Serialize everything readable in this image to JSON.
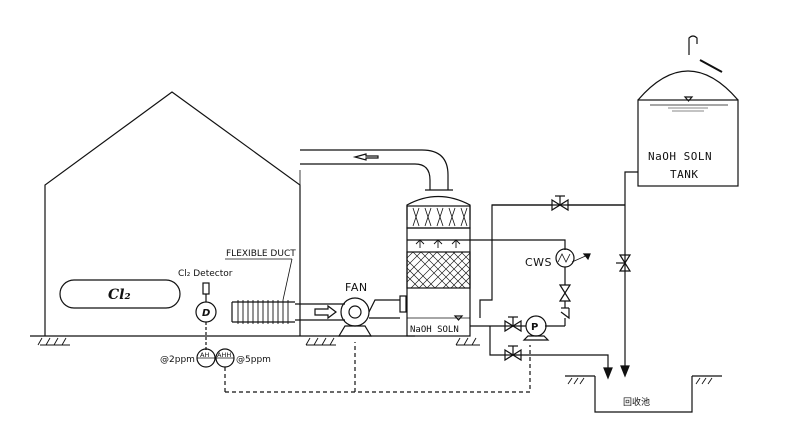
{
  "labels": {
    "cl2": "Cl₂",
    "cl2_detector": "Cl₂ Detector",
    "detector_symbol": "D",
    "flexible_duct": "FLEXIBLE DUCT",
    "fan": "FAN",
    "naoh_soln": "NaOH SOLN",
    "tank_line1": "NaOH SOLN",
    "tank_line2": "TANK",
    "cws": "CWS",
    "pump_symbol": "P",
    "alarm1_symbol": "AH",
    "alarm2_symbol": "AHH",
    "alarm1_setpoint": "@2ppm",
    "alarm2_setpoint": "@5ppm",
    "recovery_pit": "回收池"
  }
}
